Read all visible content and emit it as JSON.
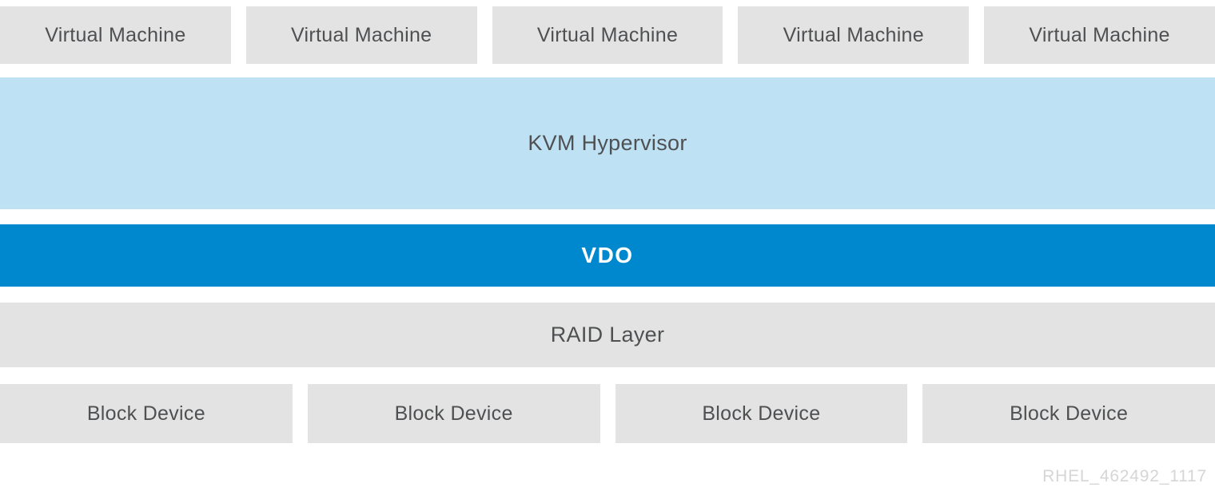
{
  "colors": {
    "box_gray": "#e3e3e3",
    "kvm_light_blue": "#bee1f4",
    "vdo_blue": "#0088ce",
    "label_text_gray": "#4f5052",
    "vdo_text_white": "#ffffff",
    "watermark_gray": "#d6d6d6"
  },
  "layers": {
    "virtual_machines": {
      "items": [
        {
          "label": "Virtual Machine"
        },
        {
          "label": "Virtual Machine"
        },
        {
          "label": "Virtual Machine"
        },
        {
          "label": "Virtual Machine"
        },
        {
          "label": "Virtual Machine"
        }
      ]
    },
    "kvm": {
      "label": "KVM Hypervisor"
    },
    "vdo": {
      "label": "VDO"
    },
    "raid": {
      "label": "RAID Layer"
    },
    "block_devices": {
      "items": [
        {
          "label": "Block Device"
        },
        {
          "label": "Block Device"
        },
        {
          "label": "Block Device"
        },
        {
          "label": "Block Device"
        }
      ]
    },
    "watermark": "RHEL_462492_1117"
  }
}
